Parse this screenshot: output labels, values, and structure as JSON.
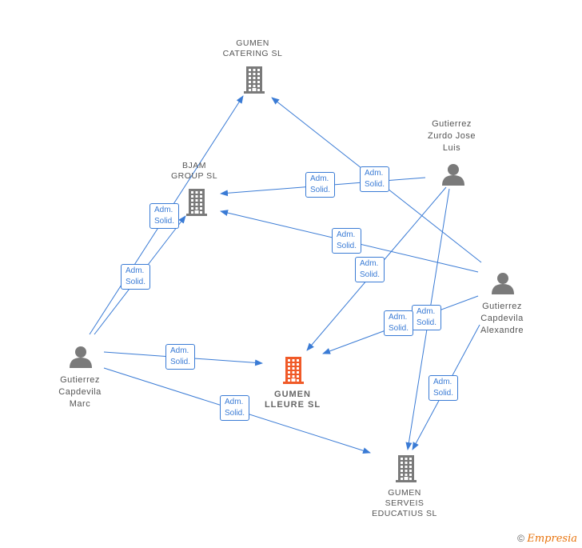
{
  "nodes": {
    "gumen_catering": {
      "lines": [
        "GUMEN",
        "CATERING SL"
      ],
      "icon": "building-icon",
      "color": "#7a7a7a"
    },
    "bjam_group": {
      "lines": [
        "BJAM",
        "GROUP SL"
      ],
      "icon": "building-icon",
      "color": "#7a7a7a"
    },
    "gumen_lleure": {
      "lines": [
        "GUMEN",
        "LLEURE SL"
      ],
      "icon": "building-icon",
      "color": "#f05a28"
    },
    "gumen_serveis": {
      "lines": [
        "GUMEN",
        "SERVEIS",
        "EDUCATIUS SL"
      ],
      "icon": "building-icon",
      "color": "#7a7a7a"
    },
    "gutierrez_zurdo": {
      "lines": [
        "Gutierrez",
        "Zurdo Jose",
        "Luis"
      ],
      "icon": "person-icon",
      "color": "#7a7a7a"
    },
    "gutierrez_alexandre": {
      "lines": [
        "Gutierrez",
        "Capdevila",
        "Alexandre"
      ],
      "icon": "person-icon",
      "color": "#7a7a7a"
    },
    "gutierrez_marc": {
      "lines": [
        "Gutierrez",
        "Capdevila",
        "Marc"
      ],
      "icon": "person-icon",
      "color": "#7a7a7a"
    }
  },
  "role_label": [
    "Adm.",
    "Solid."
  ],
  "edge_color": "#3a7bd5",
  "footer": {
    "copyright": "©",
    "brand": "Empresia"
  }
}
